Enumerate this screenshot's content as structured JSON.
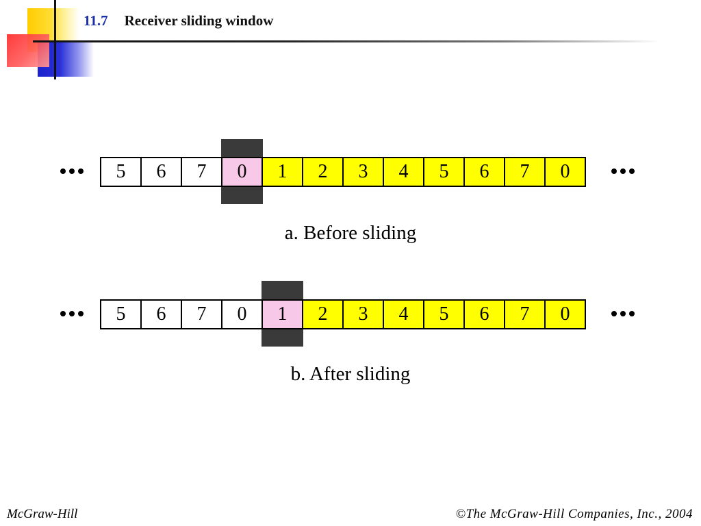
{
  "slide": {
    "section_number": "11.7",
    "title": "Receiver sliding window"
  },
  "diagram_a": {
    "cells": [
      "5",
      "6",
      "7",
      "0",
      "1",
      "2",
      "3",
      "4",
      "5",
      "6",
      "7",
      "0"
    ],
    "current_index": 3,
    "window_start": 4,
    "caption": "a. Before sliding"
  },
  "diagram_b": {
    "cells": [
      "5",
      "6",
      "7",
      "0",
      "1",
      "2",
      "3",
      "4",
      "5",
      "6",
      "7",
      "0"
    ],
    "current_index": 4,
    "window_start": 5,
    "caption": "b. After sliding"
  },
  "footer": {
    "publisher": "McGraw-Hill",
    "copyright": "©The McGraw-Hill Companies, Inc., 2004"
  },
  "colors": {
    "window": "#ffff00",
    "current": "#f8c8e8",
    "marker": "#3a3a3a",
    "heading_number": "#1a2fa8"
  }
}
